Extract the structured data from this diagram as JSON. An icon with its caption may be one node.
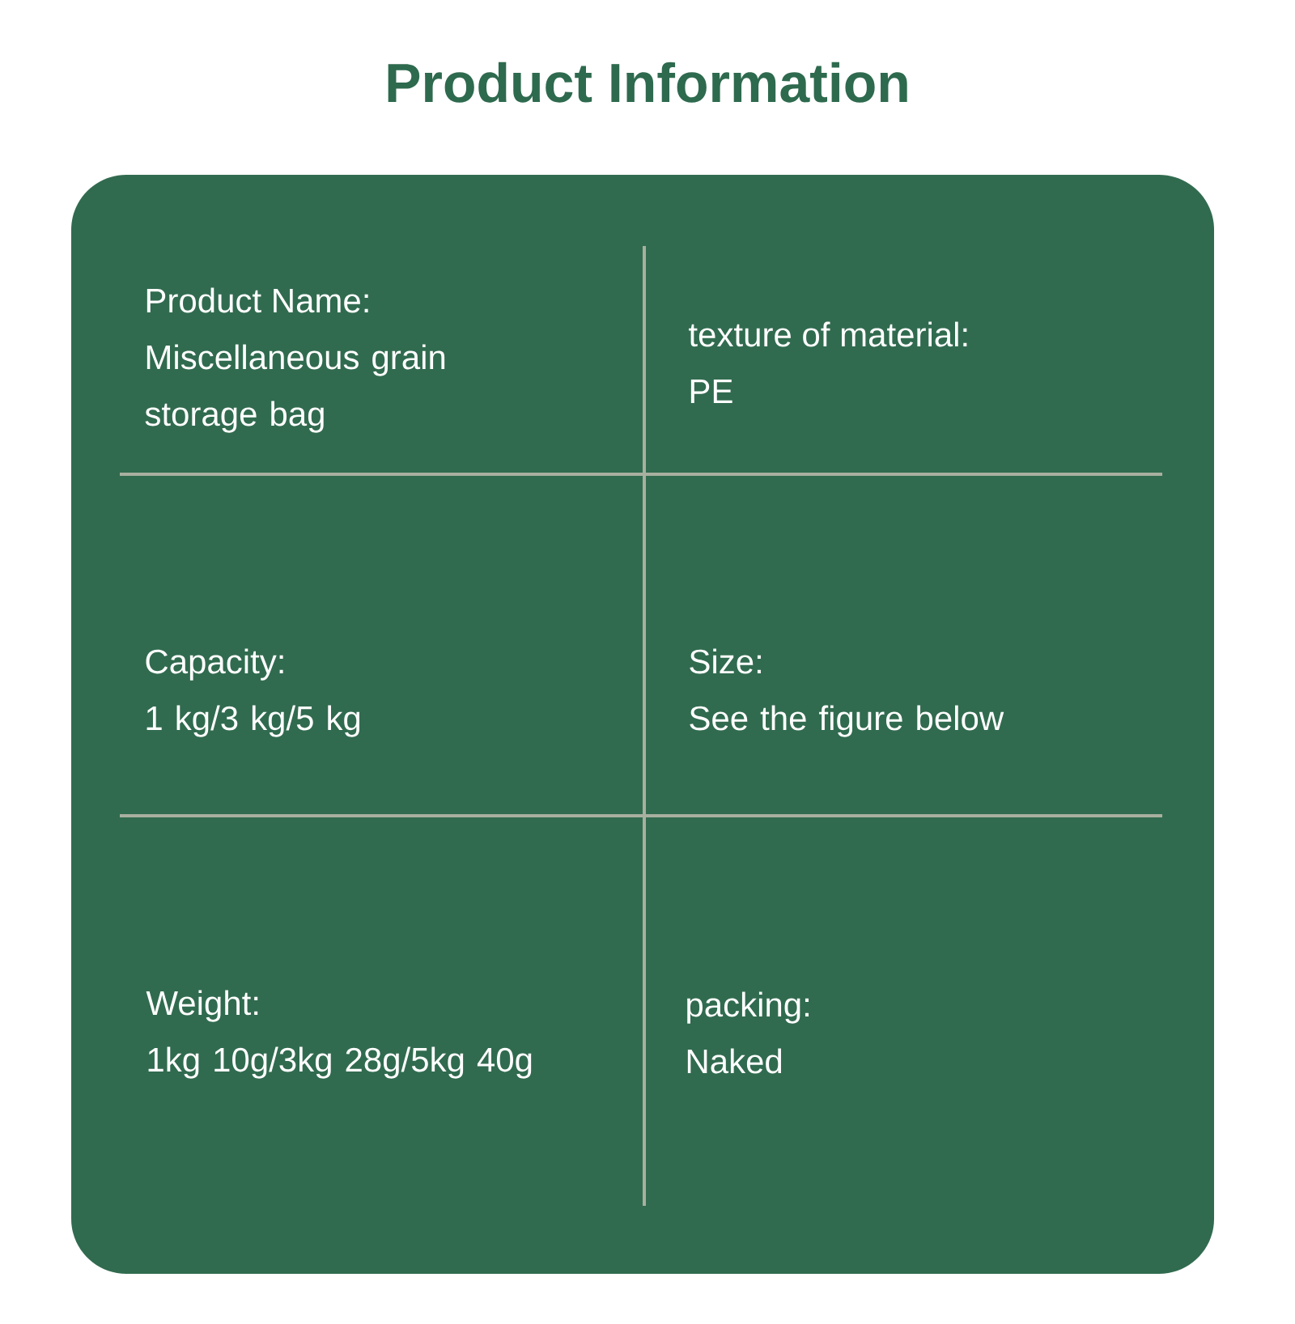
{
  "diagram": {
    "title": "Product Information",
    "labels": [
      "Product Name:",
      "Miscellaneous grain storage bag",
      "texture of material:",
      "PE",
      "Capacity:",
      "1 kg/3 kg/5 kg",
      "Size:",
      "See the figure below",
      "Weight:",
      "1kg 10g/3kg 28g/5kg 40g",
      "packing:",
      "Naked"
    ]
  }
}
